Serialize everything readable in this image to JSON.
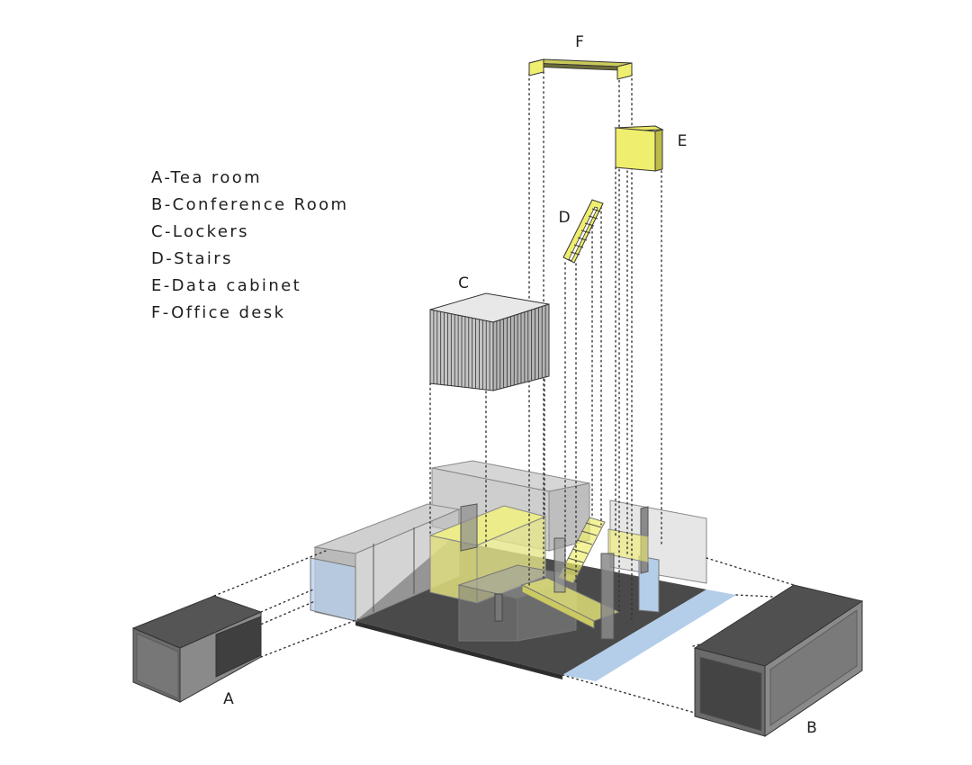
{
  "legend": [
    "A-Tea room",
    "B-Conference Room",
    "C-Lockers",
    "D-Stairs",
    "E-Data cabinet",
    "F-Office desk"
  ],
  "labels": {
    "a": "A",
    "b": "B",
    "c": "C",
    "d": "D",
    "e": "E",
    "f": "F"
  },
  "colors": {
    "floor": "#4a4a4a",
    "glass": "#b8b8b8",
    "yellow": "#f0ee6e",
    "blue_strip": "#b4cde9",
    "box_dark": "#555555",
    "box_mid": "#8a8a8a"
  }
}
